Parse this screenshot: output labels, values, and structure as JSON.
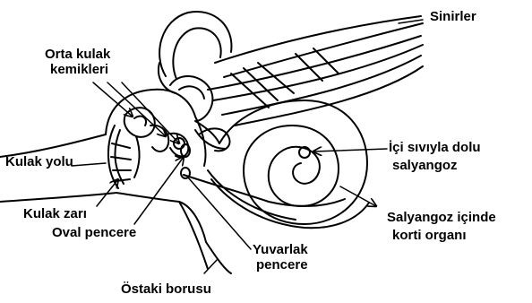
{
  "labels": {
    "sinirler": "Sinirler",
    "orta_kulak_line1": "Orta kulak",
    "orta_kulak_line2": "kemikleri",
    "kulak_yolu": "Kulak yolu",
    "kulak_zari": "Kulak zarı",
    "oval_pencere": "Oval pencere",
    "yuvarlak_line1": "Yuvarlak",
    "yuvarlak_line2": "pencere",
    "ostaki": "Östaki borusu",
    "salyangoz_line1": "İçi sıvıyla dolu",
    "salyangoz_line2": "salyangoz",
    "korti_line1": "Salyangoz içinde",
    "korti_line2": "korti organı"
  },
  "colors": {
    "ink": "#000000",
    "background": "#ffffff"
  }
}
